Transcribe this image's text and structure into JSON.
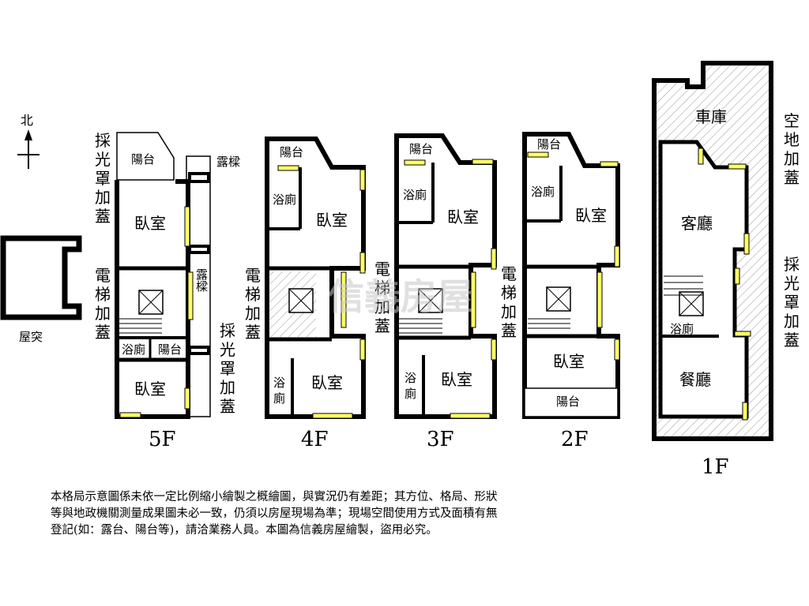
{
  "compass": {
    "label": "北"
  },
  "roof": {
    "label": "屋突"
  },
  "watermark": "信義房屋",
  "floors": {
    "f5": {
      "label": "5F",
      "rooms": {
        "balcony_top": "陽台",
        "bedroom_top": "臥室",
        "bath": "浴廁",
        "balcony_mid": "陽台",
        "bedroom_bottom": "臥室",
        "beam_top": "露樑",
        "beam_mid": "露樑"
      },
      "notes": {
        "skylight_left": [
          "採",
          "光",
          "罩",
          "加",
          "蓋"
        ],
        "elevator": [
          "電",
          "梯",
          "加",
          "蓋"
        ],
        "skylight_right": [
          "採",
          "光",
          "罩",
          "加",
          "蓋"
        ]
      }
    },
    "f4": {
      "label": "4F",
      "rooms": {
        "balcony": "陽台",
        "bath_top": "浴廁",
        "bedroom_top": "臥室",
        "bath_bottom": [
          "浴",
          "廁"
        ],
        "bedroom_bottom": "臥室"
      },
      "notes": {
        "elevator": [
          "電",
          "梯",
          "加",
          "蓋"
        ]
      }
    },
    "f3": {
      "label": "3F",
      "rooms": {
        "balcony": "陽台",
        "bath_top": "浴廁",
        "bedroom_top": "臥室",
        "bath_bottom": [
          "浴",
          "廁"
        ],
        "bedroom_bottom": "臥室"
      },
      "notes": {
        "elevator": [
          "電",
          "梯",
          "加",
          "蓋"
        ]
      }
    },
    "f2": {
      "label": "2F",
      "rooms": {
        "balcony_top": "陽台",
        "bath": "浴廁",
        "bedroom_top": "臥室",
        "bedroom_bottom": "臥室",
        "balcony_bottom": "陽台"
      },
      "notes": {
        "elevator": [
          "電",
          "梯",
          "加",
          "蓋"
        ]
      }
    },
    "f1": {
      "label": "1F",
      "rooms": {
        "garage": "車庫",
        "living": "客廳",
        "bath": "浴廁",
        "dining": "餐廳"
      },
      "notes": {
        "open_space": [
          "空",
          "地",
          "加",
          "蓋"
        ],
        "skylight": [
          "採",
          "光",
          "罩",
          "加",
          "蓋"
        ]
      }
    }
  },
  "disclaimer": [
    "本格局示意圖係未依一定比例縮小繪製之概繪圖，與實況仍有差距；其方位、格局、形狀",
    "等與地政機關測量成果圖未必一致，仍須以房屋現場為準；現場空間使用方式及面積有無",
    "登記(如：露台、陽台等)，請洽業務人員。本圖為信義房屋繪製，盜用必究。"
  ]
}
